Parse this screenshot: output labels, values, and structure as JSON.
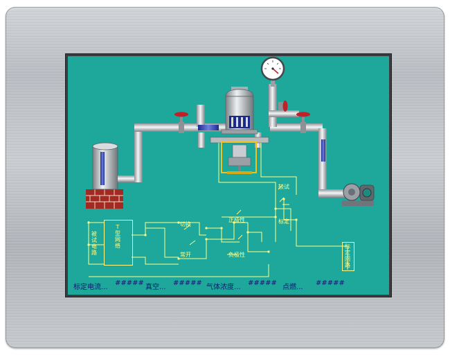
{
  "diagram": {
    "relay_switch": "切换",
    "relay_normally_open": "常开",
    "positive_polarity": "正极性",
    "negative_polarity": "负极性",
    "calibrate_top": "较试",
    "calibrate_mid": "标定",
    "left_vertical": "被试电路",
    "box_vertical": "T型网络",
    "right_vertical": "标定回路"
  },
  "status_bar": {
    "calibrate_current_label": "标定电流...",
    "calibrate_current_value": "#####",
    "vacuum_label": "真空...",
    "vacuum_value": "#####",
    "gas_concentration_label": "气体浓度...",
    "gas_concentration_value": "#####",
    "ignition_label": "点燃...",
    "ignition_value": "#####"
  },
  "colors": {
    "screen_bg": "#1ea79b",
    "wire": "#ffff88",
    "status_text": "#0a1d6e",
    "valve": "#c0202a"
  }
}
